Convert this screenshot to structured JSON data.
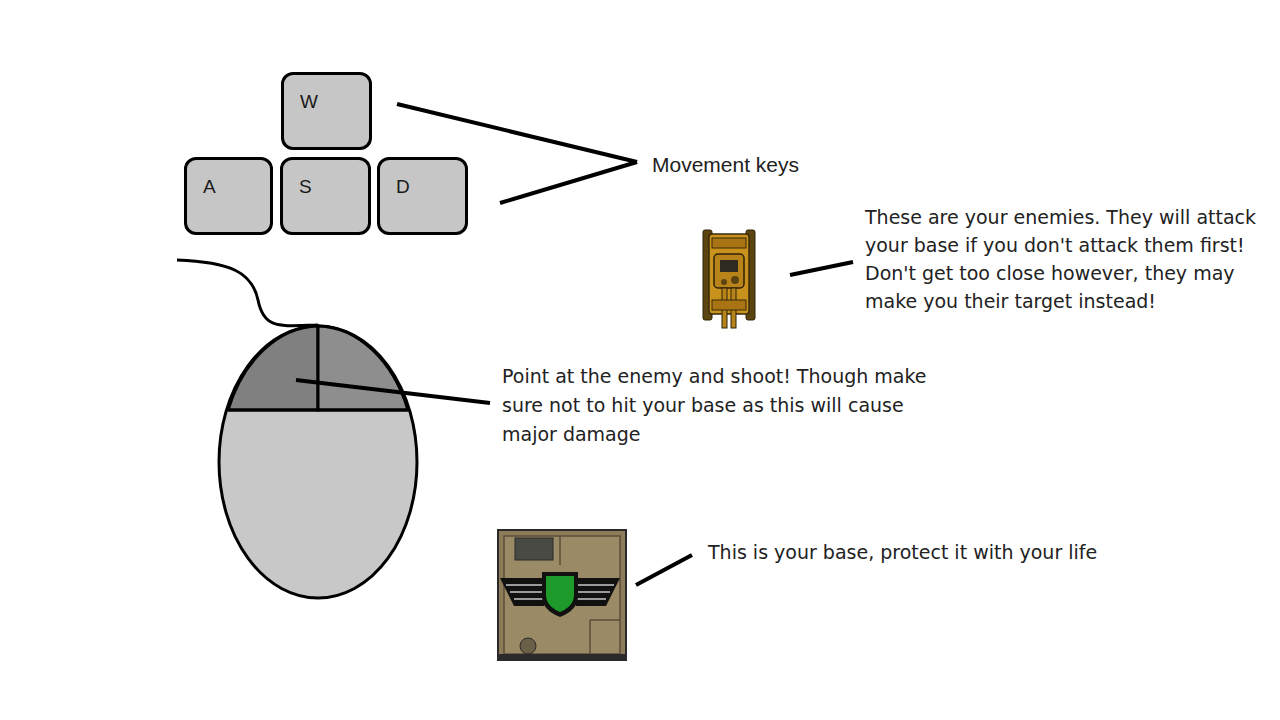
{
  "diagram": {
    "nodes": [
      {
        "text": [
          "W"
        ]
      },
      {
        "text": [
          "A"
        ]
      },
      {
        "text": [
          "S"
        ]
      },
      {
        "text": [
          "D"
        ]
      }
    ],
    "labels": [
      "Movement keys",
      "These are your enemies. They will attack your base if you don't attack them first! Don't get too close however, they may make you their target instead!",
      "Point at the enemy and shoot! Though make sure not to hit your base as this will cause major damage",
      "This is your base, protect it with your life"
    ]
  }
}
